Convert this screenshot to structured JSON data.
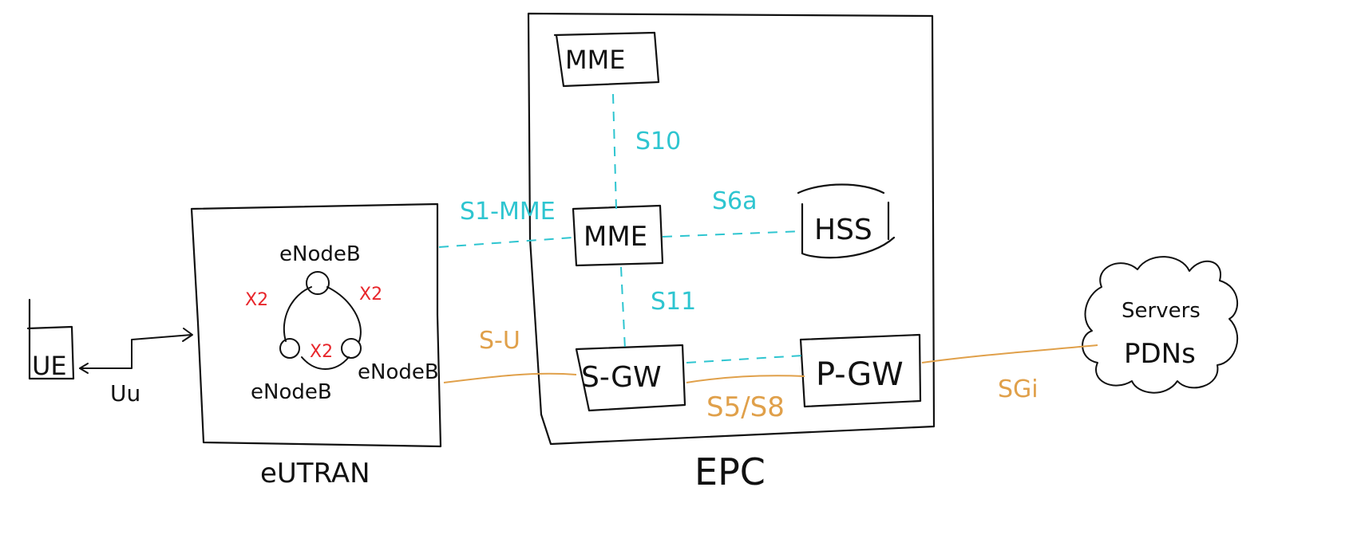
{
  "nodes": {
    "ue": "UE",
    "mme_top": "MME",
    "mme": "MME",
    "hss": "HSS",
    "sgw": "S-GW",
    "pgw": "P-GW",
    "servers": "Servers",
    "pdns": "PDNs"
  },
  "groups": {
    "eutran": "eUTRAN",
    "epc": "EPC"
  },
  "enodebs": [
    "eNodeB",
    "eNodeB",
    "eNodeB"
  ],
  "interfaces": {
    "uu": "Uu",
    "x2": [
      "X2",
      "X2",
      "X2"
    ],
    "s1_mme": "S1-MME",
    "s1_u": "S-U",
    "s10": "S10",
    "s6a": "S6a",
    "s11": "S11",
    "s5_s8": "S5/S8",
    "sgi": "SGi"
  },
  "colors": {
    "control_plane": "#2ec5d0",
    "user_plane": "#e0a04a",
    "x2": "#e8262b",
    "ink": "#111111"
  }
}
